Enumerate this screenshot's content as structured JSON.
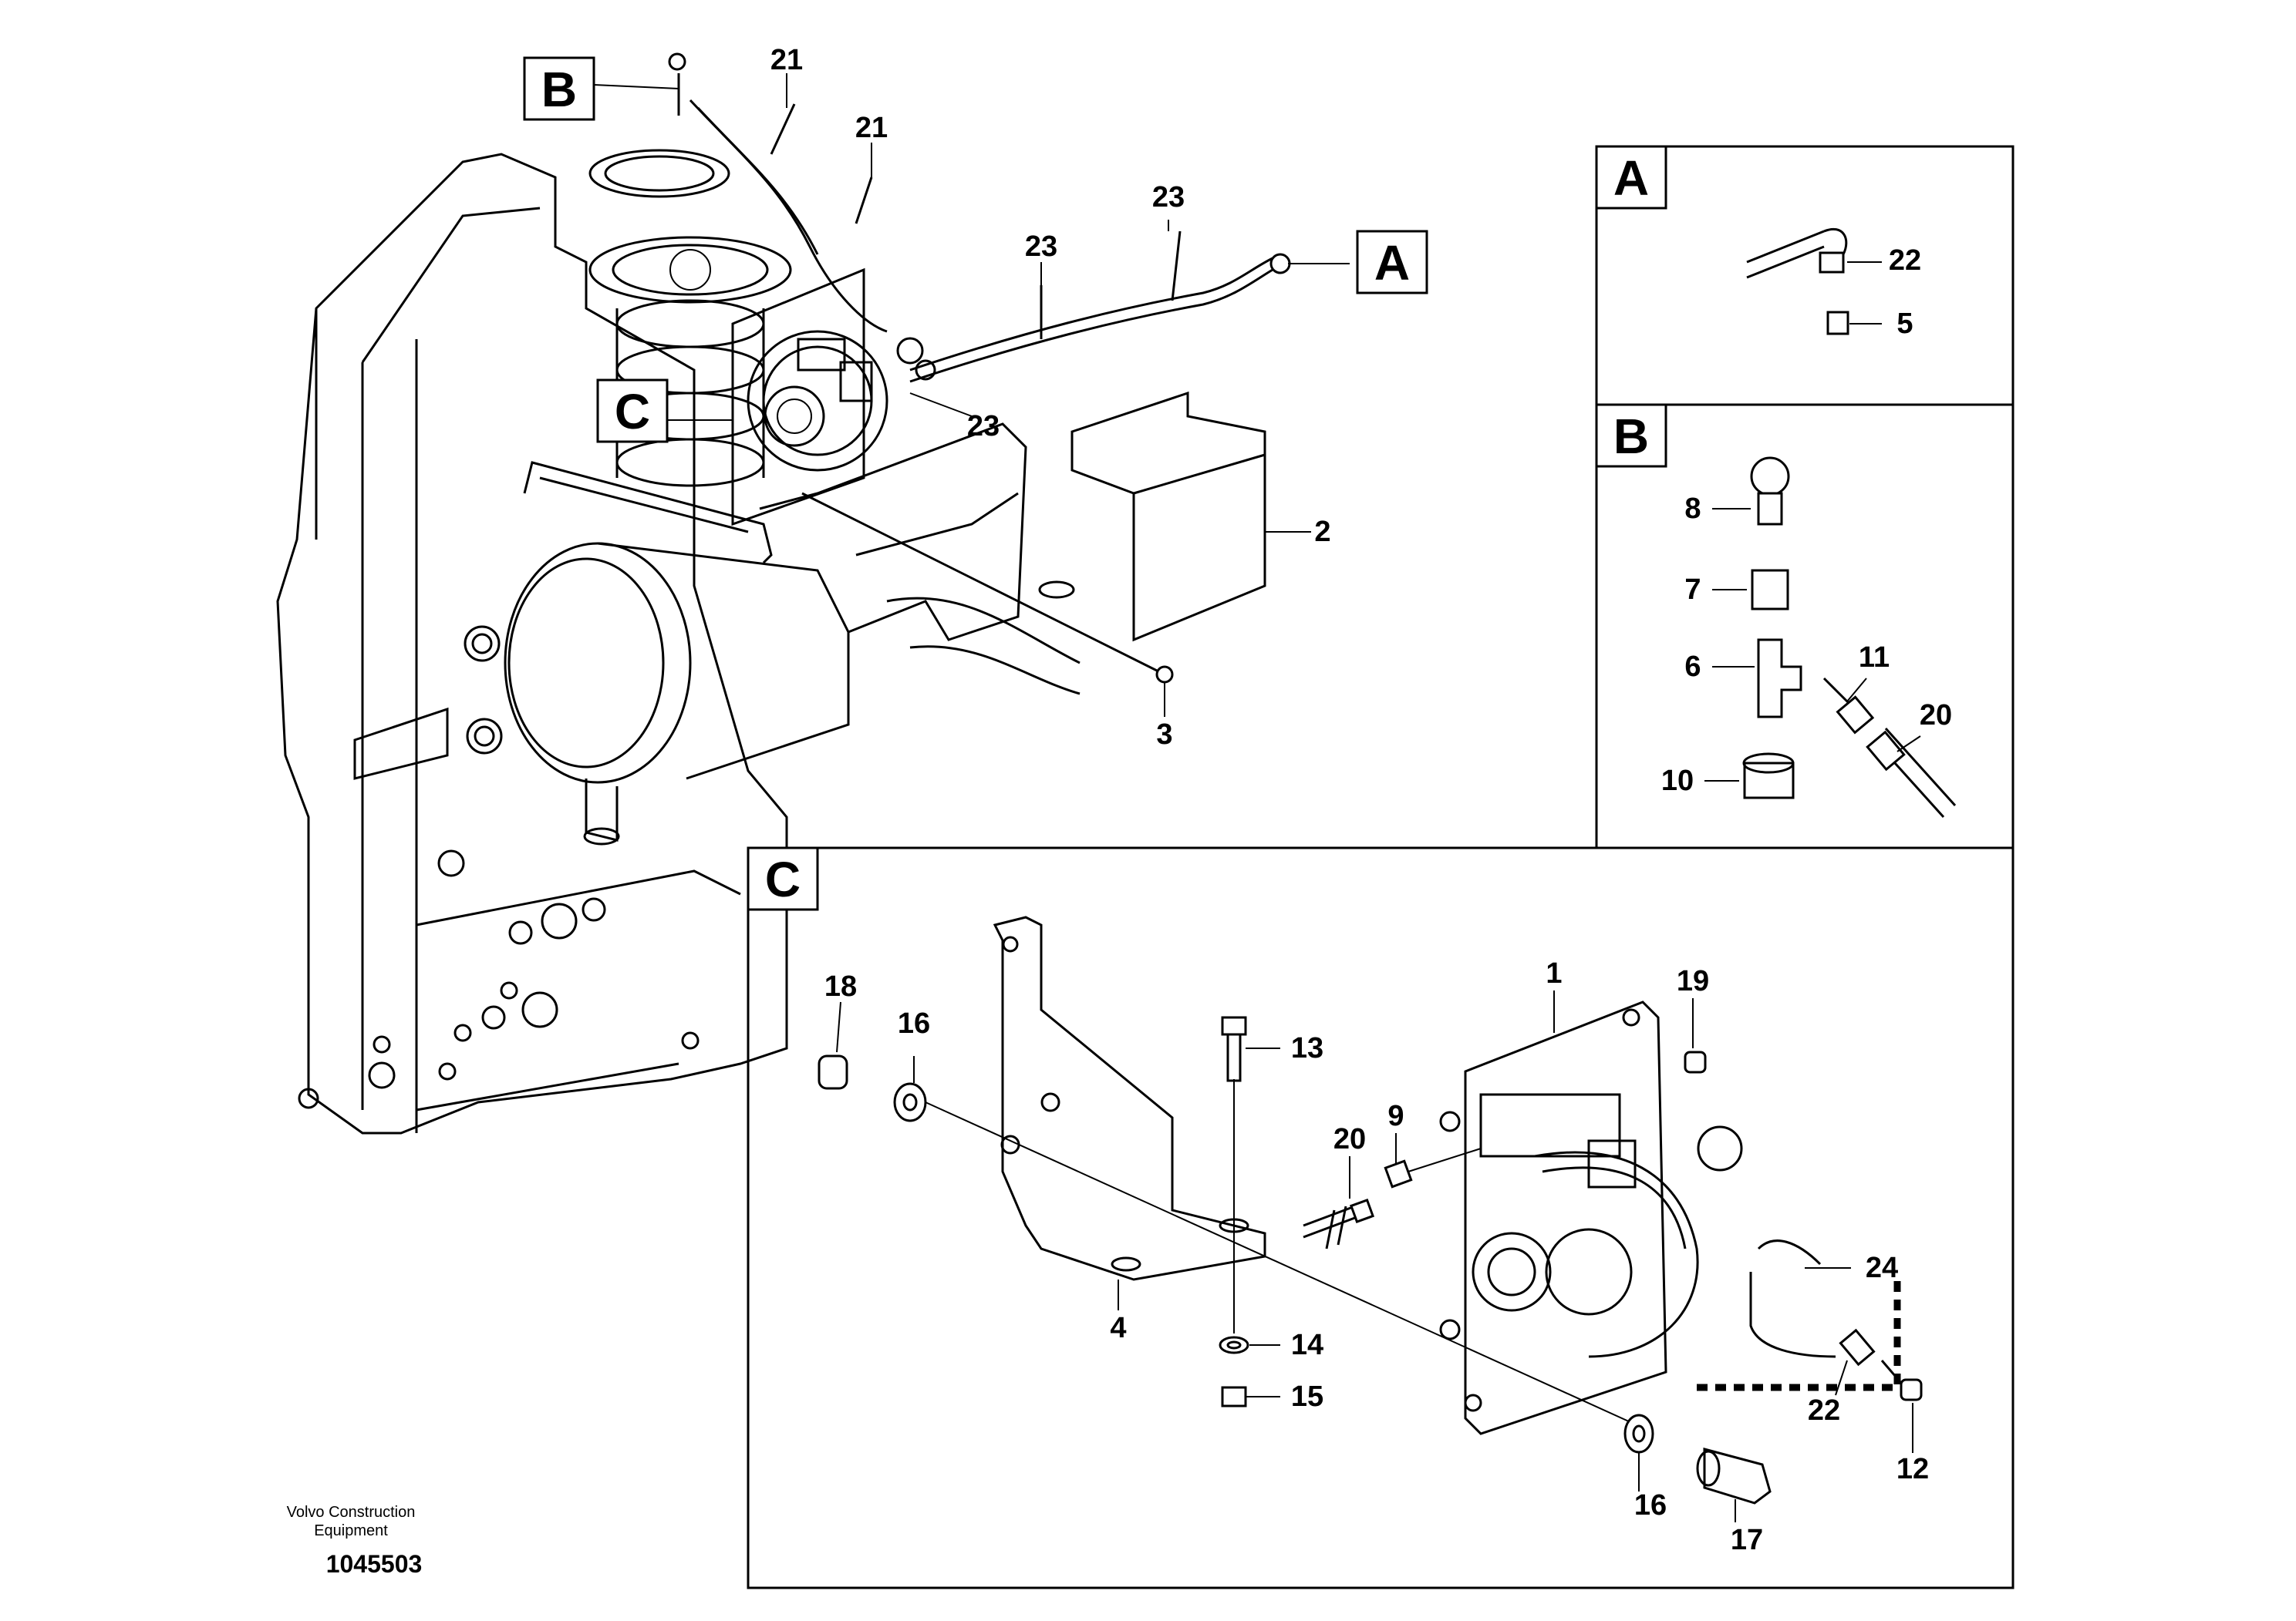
{
  "detail_letters": {
    "a": "A",
    "b": "B",
    "c": "C"
  },
  "callouts": {
    "main": [
      "21",
      "21",
      "23",
      "23",
      "23",
      "2",
      "3"
    ],
    "detail_a": [
      "22",
      "5"
    ],
    "detail_b": [
      "8",
      "7",
      "6",
      "11",
      "20",
      "10"
    ],
    "detail_c": [
      "1",
      "19",
      "18",
      "16",
      "13",
      "20",
      "9",
      "24",
      "14",
      "15",
      "4",
      "22",
      "12",
      "16",
      "17"
    ]
  },
  "credit": {
    "line1": "Volvo Construction",
    "line2": "Equipment",
    "number": "1045503"
  }
}
